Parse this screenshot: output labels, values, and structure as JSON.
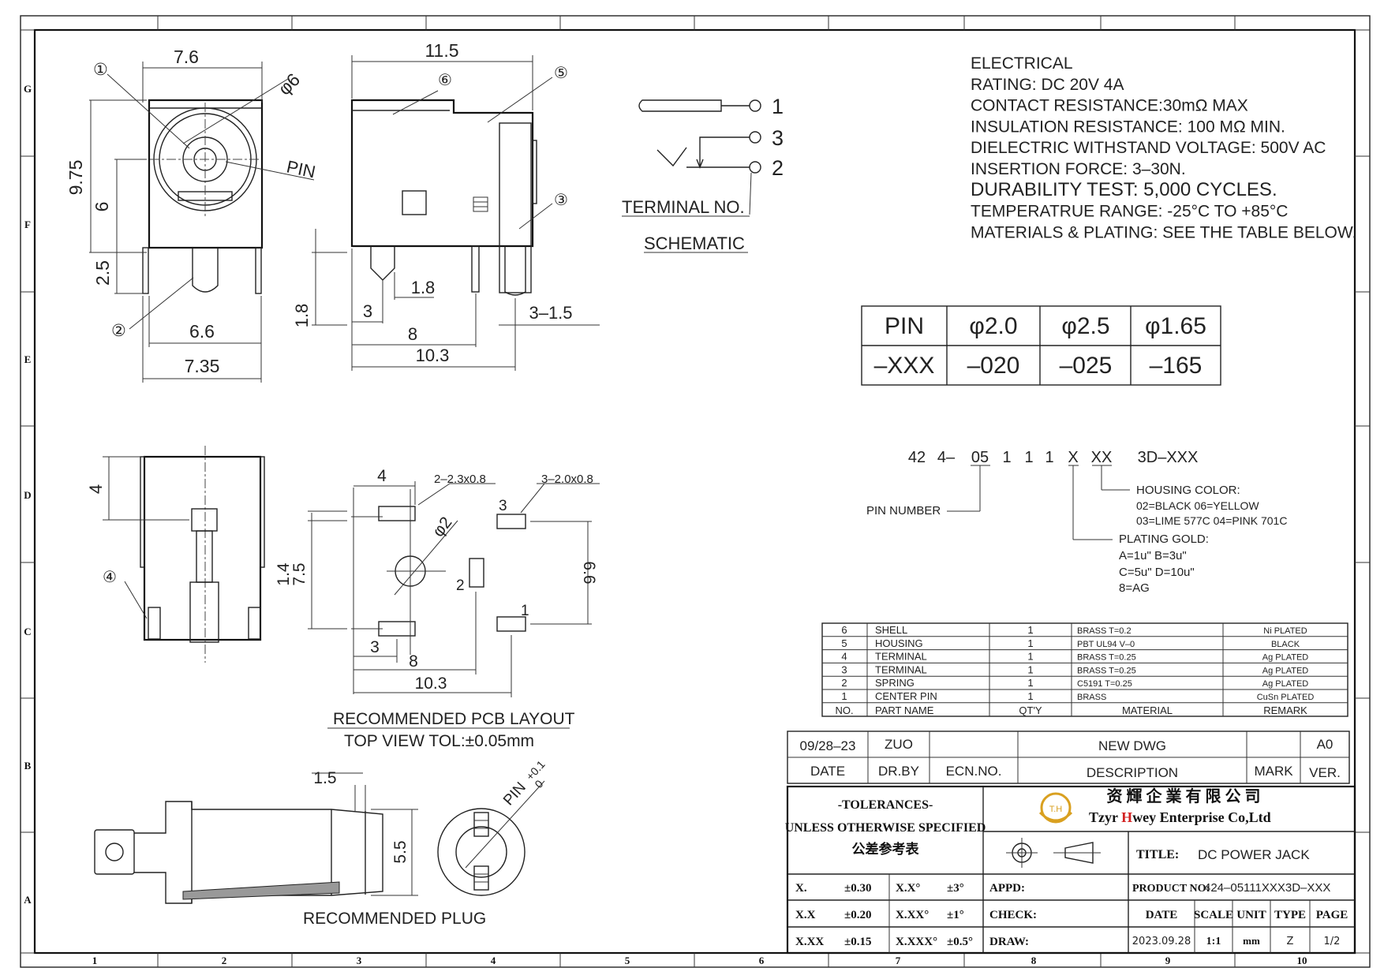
{
  "border": {
    "rows": [
      "G",
      "F",
      "E",
      "D",
      "C",
      "B",
      "A"
    ],
    "cols": [
      "1",
      "2",
      "3",
      "4",
      "5",
      "6",
      "7",
      "8",
      "9",
      "10"
    ]
  },
  "front_view": {
    "dims": {
      "w_top": "7.6",
      "h_total": "9.75",
      "h_mid": "6",
      "h_low": "2.5",
      "w_pins": "6.6",
      "w_body": "7.35",
      "dia": "φ6"
    },
    "labels": {
      "c1": "①",
      "c2": "②",
      "pin": "PIN"
    }
  },
  "side_view": {
    "dims": {
      "w_top": "11.5",
      "d_18a": "1.8",
      "d_18b": "1.8",
      "d_3": "3",
      "d_8": "8",
      "d_103": "10.3",
      "d_315": "3–1.5"
    },
    "labels": {
      "c3": "③",
      "c5": "⑤",
      "c6": "⑥"
    }
  },
  "schematic": {
    "nums": [
      "1",
      "3",
      "2"
    ],
    "terminal_label": "TERMINAL NO.",
    "title": "SCHEMATIC"
  },
  "specs": [
    "ELECTRICAL",
    "RATING: DC 20V 4A",
    "CONTACT RESISTANCE:30mΩ MAX",
    "INSULATION RESISTANCE: 100 MΩ MIN.",
    "DIELECTRIC WITHSTAND VOLTAGE: 500V AC",
    "INSERTION FORCE: 3–30N.",
    "DURABILITY TEST: 5,000 CYCLES.",
    "TEMPERATRUE RANGE: -25°C TO +85°C",
    "MATERIALS & PLATING: SEE THE TABLE BELOW."
  ],
  "pin_table": {
    "header": [
      "PIN",
      "φ2.0",
      "φ2.5",
      "φ1.65"
    ],
    "codes": [
      "–XXX",
      "–020",
      "–025",
      "–165"
    ]
  },
  "part_code": {
    "code": [
      "42",
      "4–",
      "05",
      "1",
      "1",
      "1",
      "X",
      "XX",
      "3D–XXX"
    ],
    "pin_number": "PIN NUMBER",
    "housing_title": "HOUSING COLOR:",
    "housing_l1": "02=BLACK 06=YELLOW",
    "housing_l2": "03=LIME 577C 04=PINK 701C",
    "plating_title": "PLATING GOLD:",
    "plating_l1": "A=1u\"  B=3u\"",
    "plating_l2": "C=5u\"  D=10u\"",
    "plating_l3": "8=AG"
  },
  "side_view2": {
    "dim4": "4",
    "c4": "④"
  },
  "pcb_layout": {
    "d_4": "4",
    "hole_a": "2–2.3x0.8",
    "hole_b": "3–2.0x0.8",
    "dia2": "φ2",
    "d_14": "1.4",
    "d_75": "7.5",
    "d_66": "6.6",
    "n3": "3",
    "n2": "2",
    "n1": "1",
    "d_3": "3",
    "d_8": "8",
    "d_103": "10.3",
    "title": "RECOMMENDED PCB LAYOUT",
    "subtitle": "TOP VIEW TOL:±0.05mm"
  },
  "plug": {
    "d_15": "1.5",
    "d_55": "5.5",
    "pin_dim": "PIN",
    "pin_tol": "+0.1",
    "pin_tol2": "0",
    "title": "RECOMMENDED PLUG"
  },
  "bom": {
    "rows": [
      {
        "no": "6",
        "name": "SHELL",
        "qty": "1",
        "material": "BRASS T=0.2",
        "remark": "Ni PLATED"
      },
      {
        "no": "5",
        "name": "HOUSING",
        "qty": "1",
        "material": "PBT UL94 V–0",
        "remark": "BLACK"
      },
      {
        "no": "4",
        "name": "TERMINAL",
        "qty": "1",
        "material": "BRASS T=0.25",
        "remark": "Ag PLATED"
      },
      {
        "no": "3",
        "name": "TERMINAL",
        "qty": "1",
        "material": "BRASS T=0.25",
        "remark": "Ag PLATED"
      },
      {
        "no": "2",
        "name": "SPRING",
        "qty": "1",
        "material": "C5191 T=0.25",
        "remark": "Ag PLATED"
      },
      {
        "no": "1",
        "name": "CENTER PIN",
        "qty": "1",
        "material": "BRASS",
        "remark": "CuSn PLATED"
      }
    ],
    "header": {
      "no": "NO.",
      "name": "PART NAME",
      "qty": "QT'Y",
      "material": "MATERIAL",
      "remark": "REMARK"
    }
  },
  "revision": {
    "date": "09/28–23",
    "by": "ZUO",
    "ecn": "",
    "desc": "NEW DWG",
    "mark": "",
    "ver": "A0",
    "h_date": "DATE",
    "h_by": "DR.BY",
    "h_ecn": "ECN.NO.",
    "h_desc": "DESCRIPTION",
    "h_mark": "MARK",
    "h_ver": "VER."
  },
  "title_block": {
    "tol_title": "-TOLERANCES-",
    "tol_l1": "UNLESS OTHERWISE SPECIFIED",
    "tol_l2": "公差参考表",
    "company_cn": "资 輝 企 業 有 限 公 司",
    "company_en_a": "Tzyr ",
    "company_en_b": "H",
    "company_en_c": "wey Enterprise Co,Ltd",
    "logo_text": "T.H",
    "title_label": "TITLE:",
    "title_value": "DC POWER JACK",
    "tol_rows": [
      {
        "a": "X.",
        "b": "±0.30",
        "c": "X.X°",
        "d": "±3°"
      },
      {
        "a": "X.X",
        "b": "±0.20",
        "c": "X.XX°",
        "d": "±1°"
      },
      {
        "a": "X.XX",
        "b": "±0.15",
        "c": "X.XXX°",
        "d": "±0.5°"
      }
    ],
    "appd": "APPD:",
    "check": "CHECK:",
    "draw": "DRAW:",
    "product_label": "PRODUCT NO:",
    "product_value": "424–05111XXX3D–XXX",
    "h_date": "DATE",
    "h_scale": "SCALE",
    "h_unit": "UNIT",
    "h_type": "TYPE",
    "h_page": "PAGE",
    "v_date": "2023.09.28",
    "v_scale": "1:1",
    "v_unit": "mm",
    "v_type": "Z",
    "v_page": "1/2"
  },
  "colors": {
    "line": "#222222",
    "logo": "#d9a020",
    "company_red": "#d22020"
  }
}
